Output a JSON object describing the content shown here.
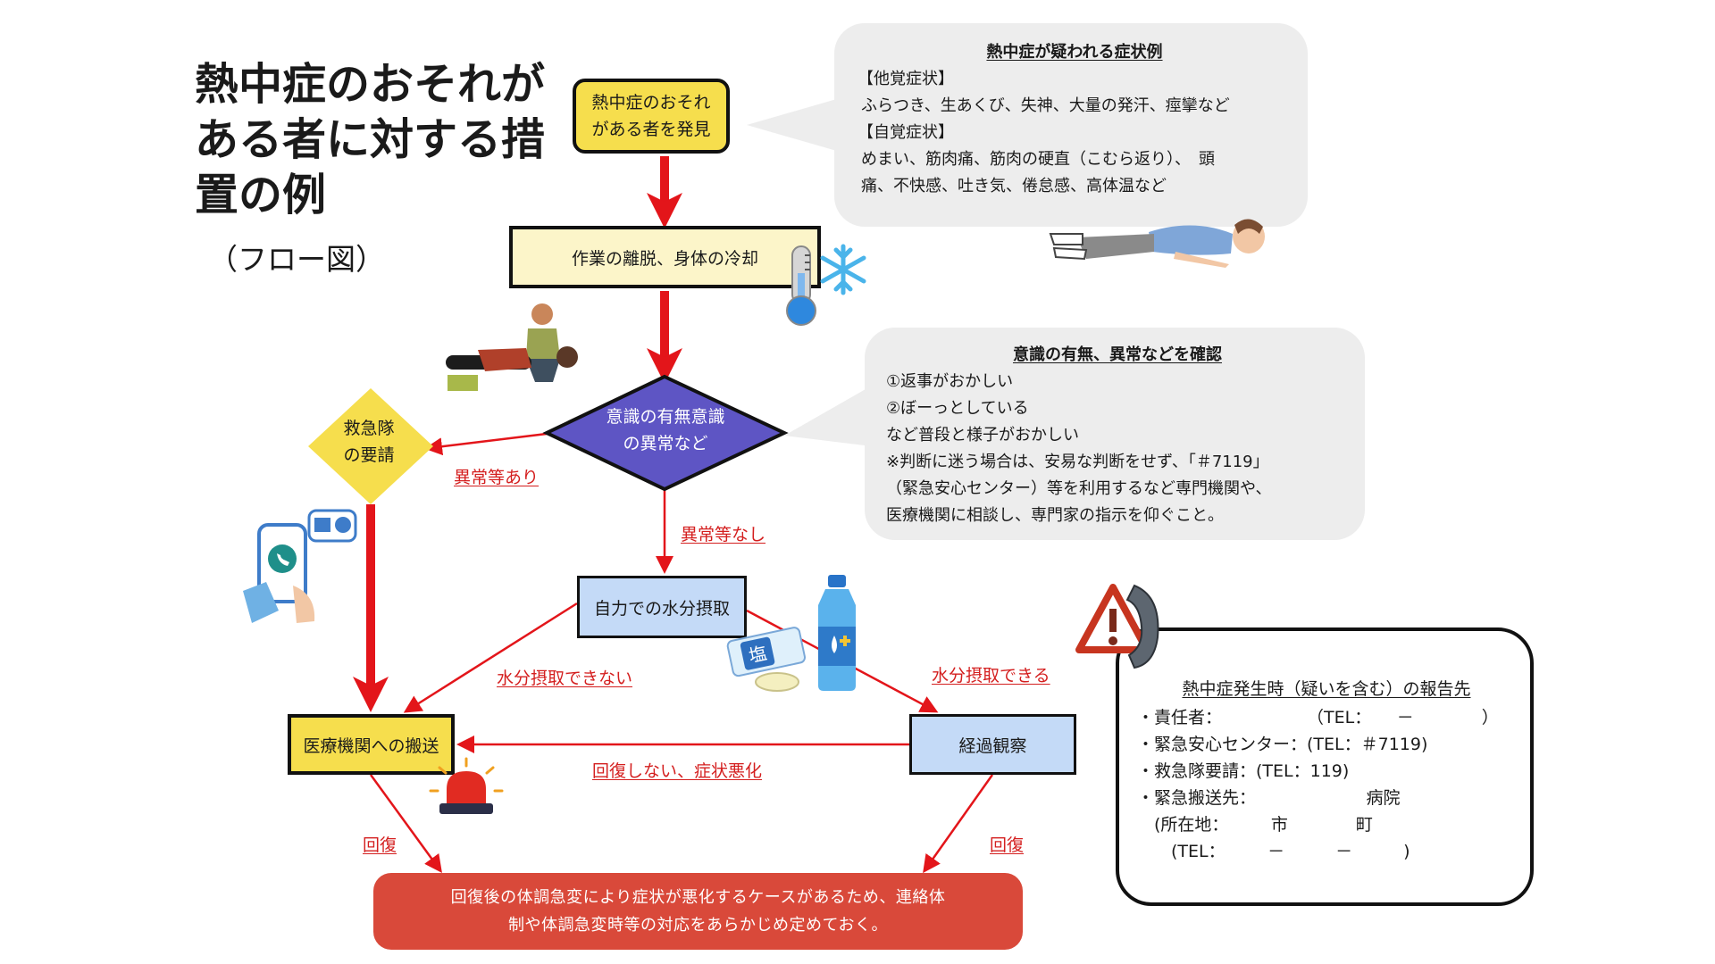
{
  "title": "熱中症のおそれがある者に対する措置の例",
  "subtitle": "（フロー図）",
  "nodes": {
    "start": "熱中症のおそれがある者を発見",
    "cool": "作業の離脱、身体の冷却",
    "consciousness": "意識の有無意識の異常など",
    "ambulance": "救急隊の要請",
    "self_hydration": "自力での水分摂取",
    "hospital": "医療機関への搬送",
    "observation": "経過観察",
    "final": "回復後の体調急変により症状が悪化するケースがあるため、連絡体制や体調急変時等の対応をあらかじめ定めておく。"
  },
  "edge_labels": {
    "abnormal": "異常等あり",
    "normal": "異常等なし",
    "cannot_drink": "水分摂取できない",
    "can_drink": "水分摂取できる",
    "no_recovery": "回復しない、症状悪化",
    "recovery_left": "回復",
    "recovery_right": "回復"
  },
  "symptoms_bubble": {
    "title": "熱中症が疑われる症状例",
    "objective_heading": "【他覚症状】",
    "objective_text": "ふらつき、生あくび、失神、大量の発汗、痙攣など",
    "subjective_heading": "【自覚症状】",
    "subjective_line1": "めまい、筋肉痛、筋肉の硬直（こむら返り）、　頭",
    "subjective_line2": "痛、不快感、吐き気、倦怠感、高体温など"
  },
  "consciousness_bubble": {
    "title": "意識の有無、異常などを確認",
    "line1": "①返事がおかしい",
    "line2": "②ぼーっとしている",
    "line3": "など普段と様子がおかしい",
    "line4": "※判断に迷う場合は、安易な判断をせず、「＃7119」",
    "line5": "（緊急安心センター）等を利用するなど専門機関や、",
    "line6": "医療機関に相談し、専門家の指示を仰ぐこと。"
  },
  "report": {
    "title": "熱中症発生時（疑いを含む）の報告先",
    "line1": "・責任者：　　　　　　（TEL：　　－　　　　）",
    "line2": "・緊急安心センター：(TEL：＃7119)",
    "line3": "・救急隊要請：(TEL：119)",
    "line4": "・緊急搬送先：　　　　　　　病院",
    "line5": "　(所在地：　　　市　　　　町",
    "line6": "　　(TEL：　　　－　　　－　　　)"
  },
  "illustrations": {
    "thermometer": "thermometer-icon",
    "snowflake": "snowflake-icon",
    "resting_person": "collapsed-person-icon",
    "caregiver": "caregiver-icon",
    "phone_call": "phone-call-icon",
    "water_bottle": "water-bottle-icon",
    "salt_candy": "salt-candy-icon",
    "warning_phone": "warning-phone-icon",
    "siren": "siren-icon"
  },
  "colors": {
    "arrow_red": "#e3151a",
    "start_yellow": "#f6de4d",
    "diamond_purple": "#5e55c4",
    "box_blue": "#c4daf7",
    "final_red": "#d9493a"
  }
}
